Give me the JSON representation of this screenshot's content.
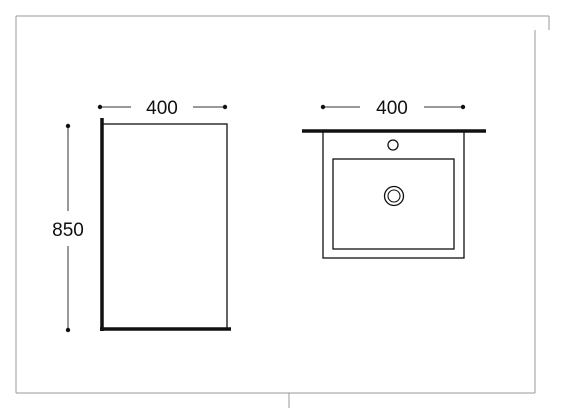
{
  "drawing": {
    "side_view": {
      "width_label": "400",
      "height_label": "850"
    },
    "top_view": {
      "width_label": "400"
    }
  }
}
